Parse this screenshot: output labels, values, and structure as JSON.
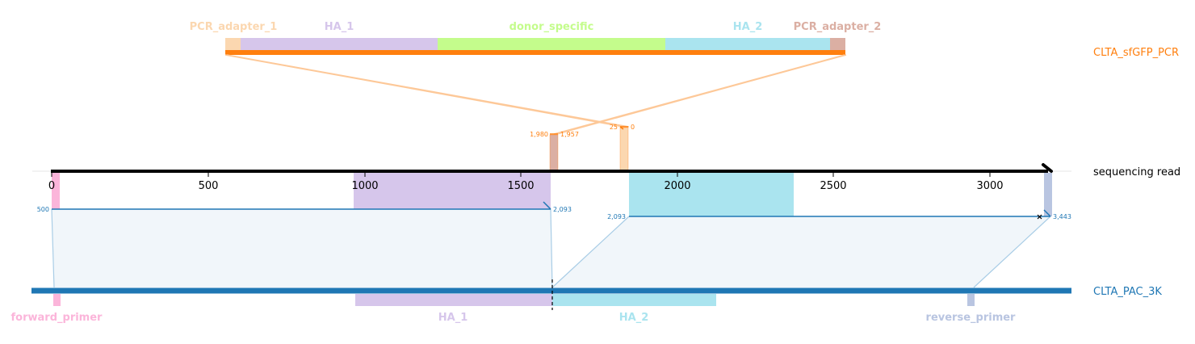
{
  "colors": {
    "pcr_adapter_1": "#fbd7b0",
    "ha1": "#d6c6eb",
    "donor_specific": "#c4fc8c",
    "ha2": "#aae4ef",
    "pcr_adapter_2": "#dbafa3",
    "forward_primer": "#fbb5da",
    "reverse_primer": "#b9c5e1",
    "orange": "#ff7f0e",
    "orange_light": "#fdc898",
    "blue": "#1f77b4",
    "blue_light": "#a9cde6",
    "blue_fill": "#f1f6fa",
    "black": "#000000"
  },
  "top_track": {
    "name": "CLTA_sfGFP_PCR",
    "features": [
      {
        "id": "pcr_adapter_1",
        "label": "PCR_adapter_1"
      },
      {
        "id": "ha1",
        "label": "HA_1"
      },
      {
        "id": "donor_specific",
        "label": "donor_specific"
      },
      {
        "id": "ha2",
        "label": "HA_2"
      },
      {
        "id": "pcr_adapter_2",
        "label": "PCR_adapter_2"
      }
    ]
  },
  "read_track": {
    "name": "sequencing read",
    "ticks": [
      "0",
      "500",
      "1000",
      "1500",
      "2000",
      "2500",
      "3000"
    ],
    "alignments": {
      "orange_left": {
        "start": "1,980",
        "end": "1,957"
      },
      "orange_right": {
        "start": "25",
        "end": "0"
      },
      "blue_first": {
        "start": "500",
        "end": "2,093"
      },
      "blue_second": {
        "start": "2,093",
        "end": "3,443"
      }
    }
  },
  "bottom_track": {
    "name": "CLTA_PAC_3K",
    "features": [
      {
        "id": "forward_primer",
        "label": "forward_primer"
      },
      {
        "id": "ha1",
        "label": "HA_1"
      },
      {
        "id": "ha2",
        "label": "HA_2"
      },
      {
        "id": "reverse_primer",
        "label": "reverse_primer"
      }
    ]
  }
}
